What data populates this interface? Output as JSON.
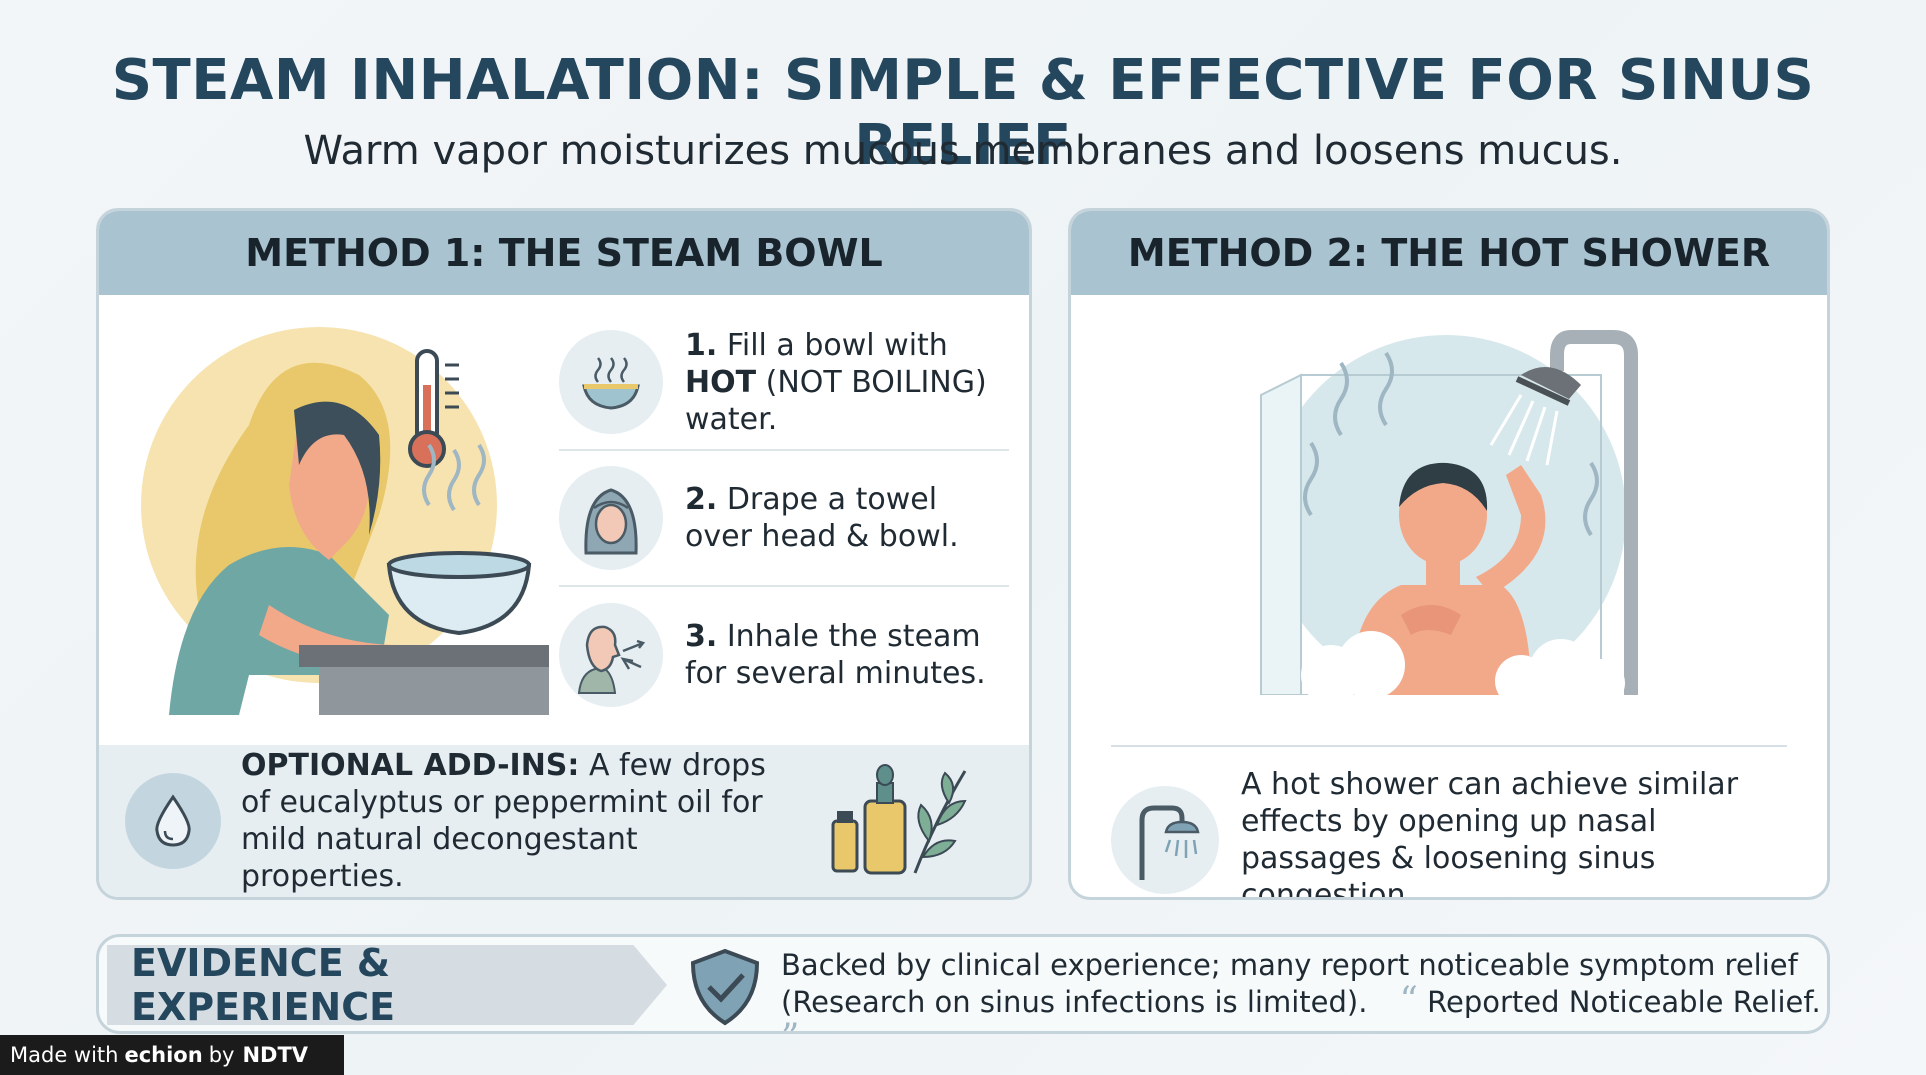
{
  "header": {
    "title": "STEAM INHALATION: SIMPLE & EFFECTIVE FOR SINUS RELIEF",
    "subtitle": "Warm vapor moisturizes mucous membranes and loosens mucus."
  },
  "method1": {
    "title": "METHOD 1: THE STEAM BOWL",
    "steps": [
      {
        "num": "1.",
        "pre": " Fill a bowl with ",
        "bold": "HOT",
        "post": " (NOT BOILING) water.",
        "icon": "steaming-bowl-icon"
      },
      {
        "num": "2.",
        "pre": " Drape a towel over head & bowl.",
        "bold": "",
        "post": "",
        "icon": "towel-head-icon"
      },
      {
        "num": "3.",
        "pre": " Inhale the steam for several minutes.",
        "bold": "",
        "post": "",
        "icon": "inhale-icon"
      }
    ],
    "addins_label": "OPTIONAL ADD-INS:",
    "addins_text": " A few drops of eucalyptus or peppermint oil for mild natural decongestant properties."
  },
  "method2": {
    "title": "METHOD 2: THE HOT SHOWER",
    "note": "A hot shower can achieve similar effects by opening up nasal passages & loosening sinus congestion."
  },
  "evidence": {
    "label": "EVIDENCE & EXPERIENCE",
    "line1": "Backed by clinical experience; many report noticeable symptom relief",
    "line2": "(Research on sinus infections is limited).",
    "quote": "Reported Noticeable Relief."
  },
  "footer": {
    "made_with": "Made with",
    "brand": "echion",
    "by": "by",
    "brand2": "NDTV"
  },
  "colors": {
    "title": "#24475e",
    "header_bg": "#a9c3d0",
    "skin": "#f2a98a",
    "shirt": "#6fa7a4",
    "hair": "#e8c86a",
    "accent_blue": "#7fa3b5"
  }
}
